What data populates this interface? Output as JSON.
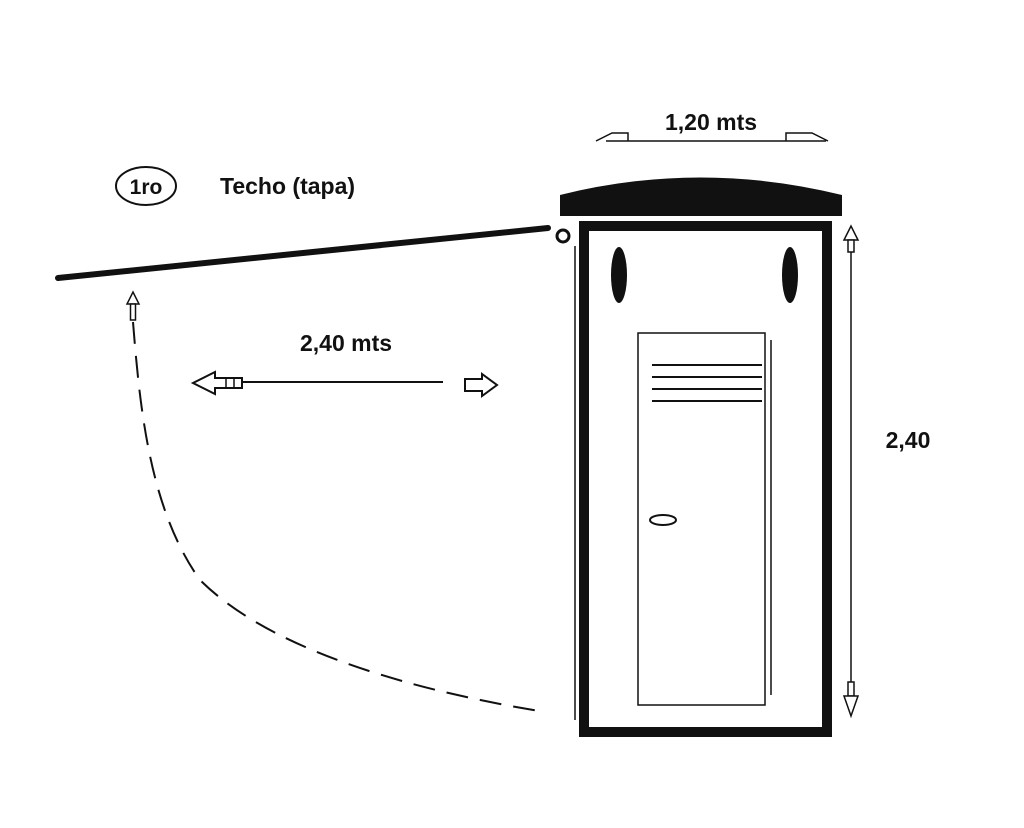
{
  "step_badge": "1ro",
  "roof_label": "Techo (tapa)",
  "dimensions": {
    "width": "1,20 mts",
    "opening_length": "2,40 mts",
    "height": "2,40"
  },
  "colors": {
    "ink": "#111111",
    "background": "#ffffff"
  }
}
